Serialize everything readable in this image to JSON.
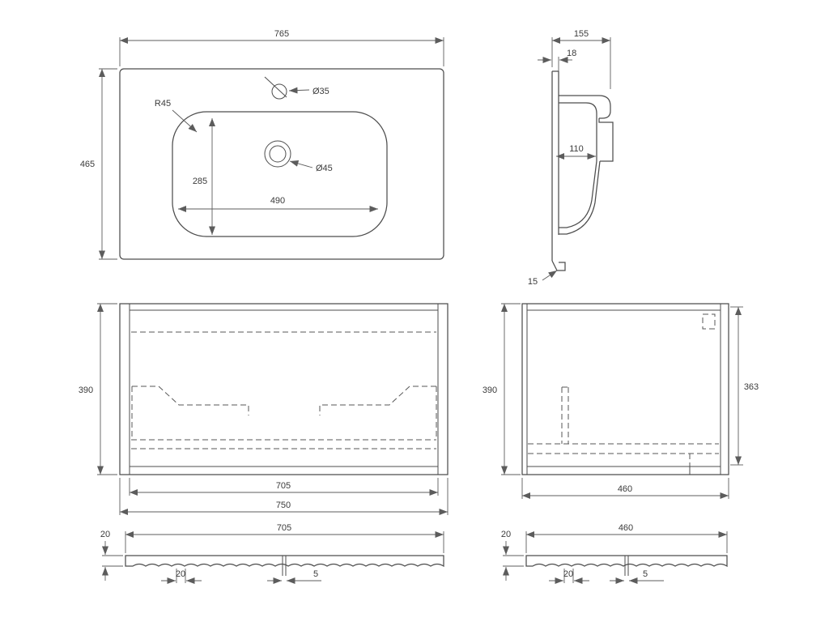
{
  "colors": {
    "line": "#4d4d4d",
    "hidden_line": "#575757",
    "dimension": "#5c5c5c",
    "text": "#3b3b3b",
    "background": "#ffffff"
  },
  "top_view": {
    "width": "765",
    "depth": "465",
    "basin_width": "490",
    "basin_depth": "285",
    "corner_radius": "R45",
    "faucet_hole": "Ø35",
    "drain": "Ø45"
  },
  "side_section": {
    "depth": "155",
    "panel_thickness": "18",
    "bowl_depth": "110",
    "foot": "15"
  },
  "front_view": {
    "height": "390",
    "inner_width": "705",
    "width": "750"
  },
  "side_view": {
    "height": "390",
    "inner_height": "363",
    "depth": "460"
  },
  "front_strip": {
    "length": "705",
    "thickness": "20",
    "groove": "20",
    "slot": "5"
  },
  "side_strip": {
    "length": "460",
    "thickness": "20",
    "groove": "20",
    "slot": "5"
  }
}
